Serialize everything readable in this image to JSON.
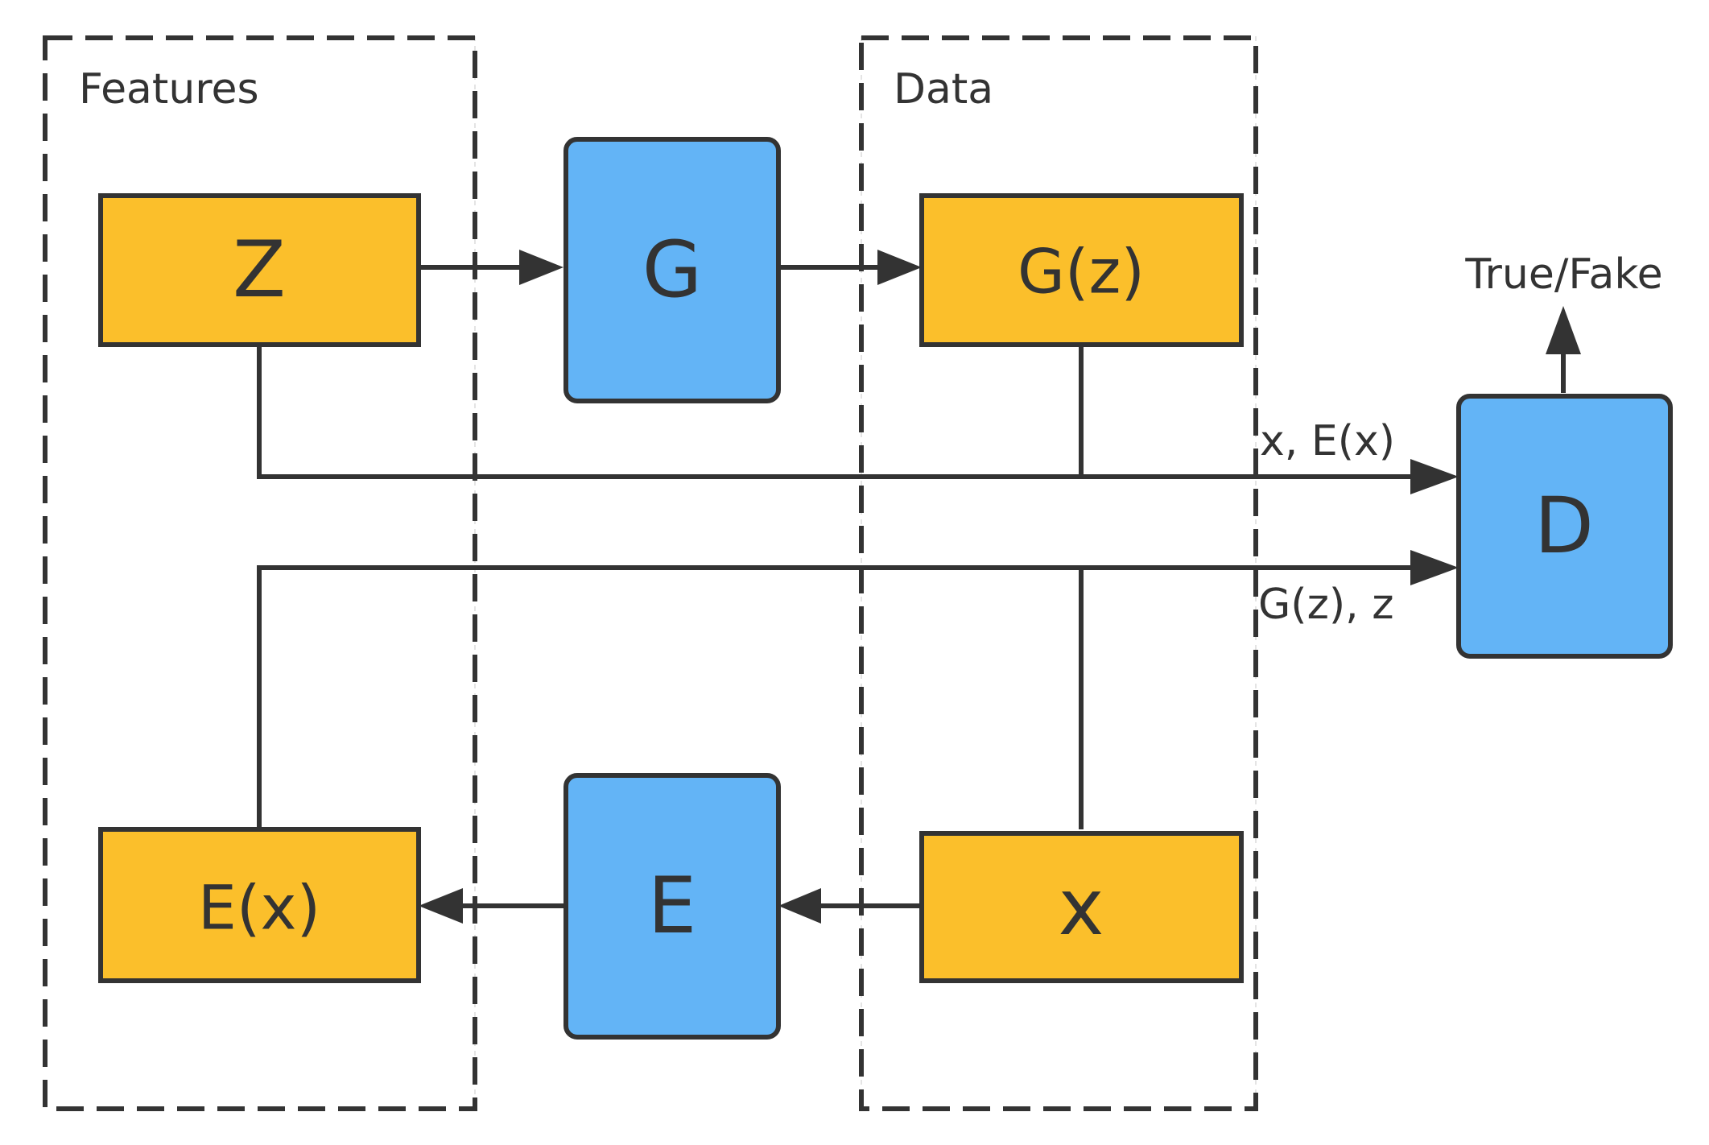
{
  "colors": {
    "feature_box": "#FBBF2B",
    "network_box": "#63B4F6",
    "line": "#333333",
    "background": "#FFFFFF"
  },
  "groups": {
    "features": "Features",
    "data": "Data"
  },
  "nodes": {
    "z": "Z",
    "g": "G",
    "gz": "G(z)",
    "ex": "E(x)",
    "e": "E",
    "x": "x",
    "d": "D"
  },
  "edge_labels": {
    "real_pair": "x, E(x)",
    "fake_pair": "G(z), z",
    "output": "True/Fake"
  }
}
